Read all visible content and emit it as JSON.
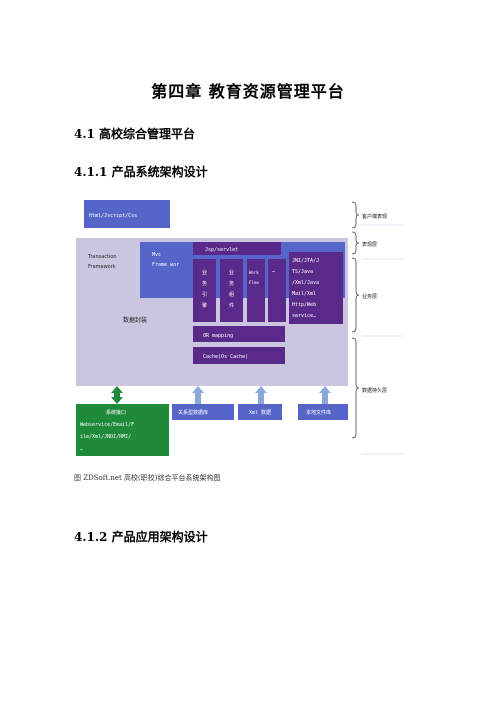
{
  "doc": {
    "chapter_title": "第四章  教育资源管理平台",
    "section": "4.1 高校综合管理平台",
    "subsection1": "4.1.1 产品系统架构设计",
    "caption": "图  ZDSoft.net 高校(职校)综合平台系统架构图",
    "subsection2": "4.1.2 产品应用架构设计"
  },
  "diagram": {
    "client_box": "Html/Jscript/Css",
    "transaction_line1": "Transaction",
    "transaction_line2": "Framework",
    "mvc_line1": "Mvc",
    "mvc_line2": "Frame wor",
    "jsp_servlet": "Jsp/servlet",
    "engine_col": [
      "业",
      "务",
      "引",
      "擎"
    ],
    "component_col": [
      "业",
      "务",
      "组",
      "件"
    ],
    "work_line1": "Work",
    "work_line2": "Flow",
    "ellipsis": "…",
    "integration_lines": [
      "JNI/JTA/J",
      "TS/Java",
      "/Xml/Java",
      "Mail/Xml",
      "Http/Web",
      "service…"
    ],
    "data_encapsulation": "数据封装",
    "or_mapping": "OR mapping",
    "cache": "Cache(Os Cache)",
    "sys_interface_lines": [
      "系统接口",
      "Webservice/Email/F",
      "ile/Xml/JNDI/RMI/",
      "…"
    ],
    "relational_db": "关系型数据库",
    "xml_data": "Xml 数据",
    "local_file": "本地文件库",
    "layers": {
      "client": "客户端表现",
      "presentation": "表现层",
      "business": "业务层",
      "persistence": "数据持久层"
    },
    "colors": {
      "blue": "#5566c8",
      "purple": "#5a2a8a",
      "lavender": "#cbc6e0",
      "green": "#1f8a3a",
      "arrow_blue": "#8aa8d8"
    }
  }
}
